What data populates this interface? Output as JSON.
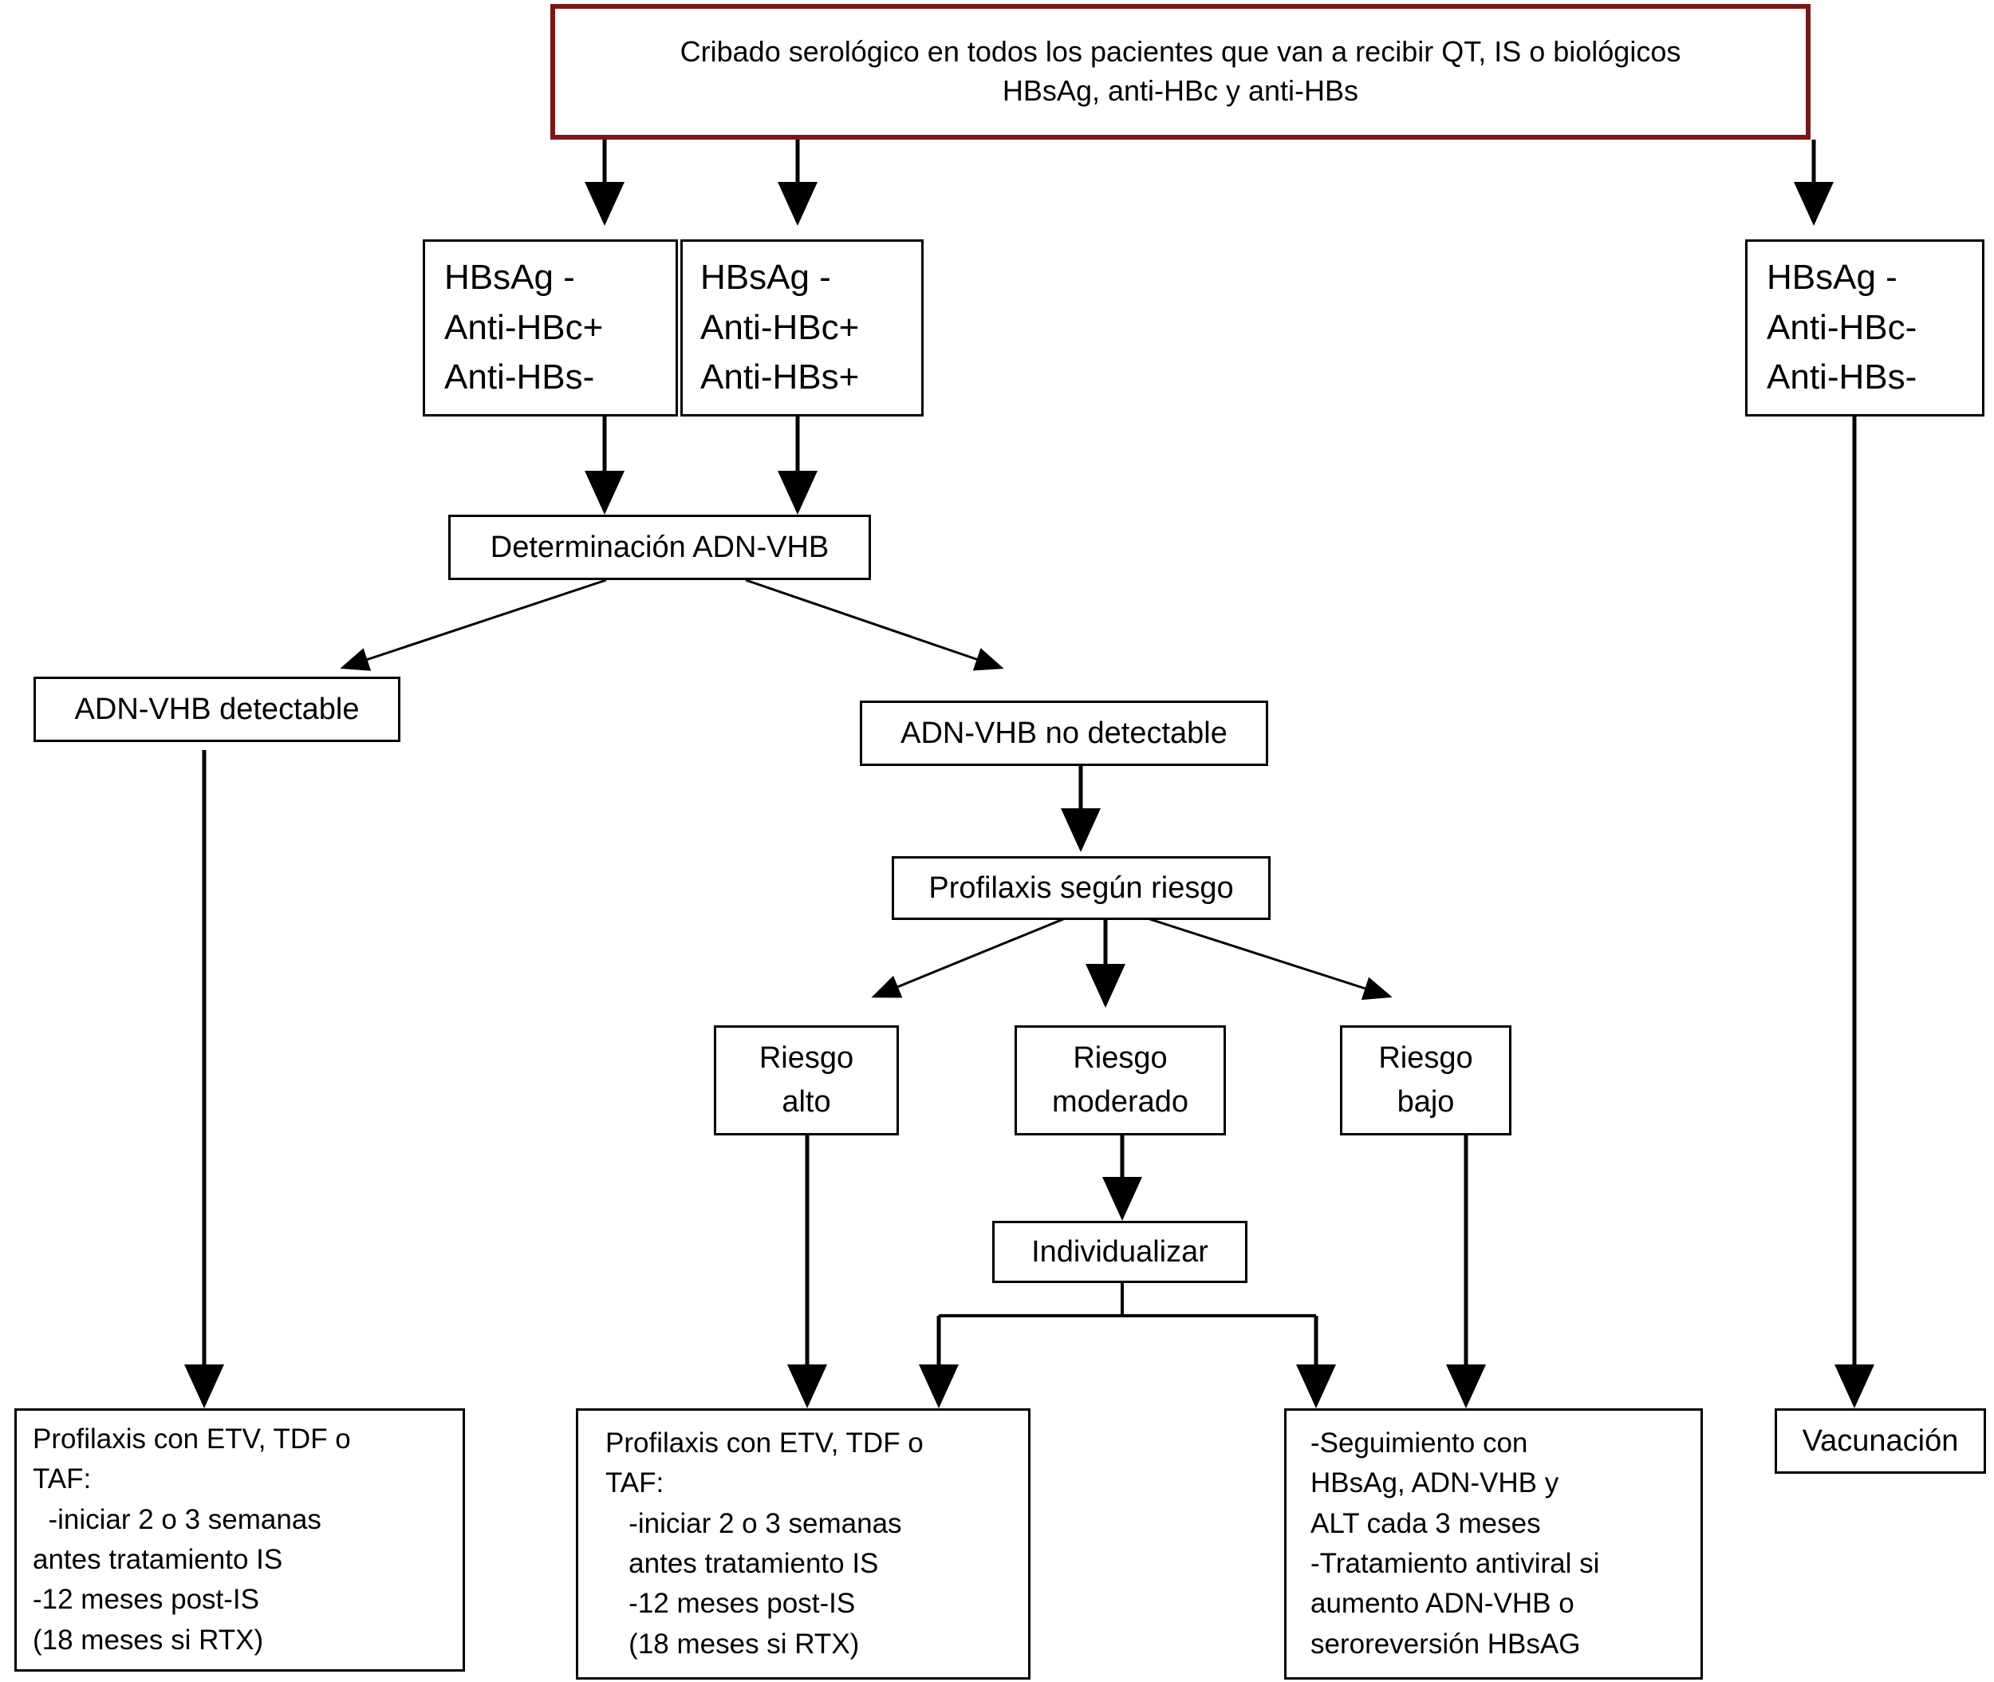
{
  "diagram": {
    "title": "Cribado serologico VHB - algoritmo de profilaxis",
    "accent_color": "#7d1616",
    "line_color": "#000000",
    "box_fill": "#ffffff"
  },
  "nodes": {
    "screening": {
      "lines": [
        "Cribado serológico en todos los pacientes que van a recibir QT, IS o biológicos",
        "HBsAg, anti-HBc y anti-HBs"
      ]
    },
    "serology_a": {
      "lines": [
        "HBsAg -",
        "Anti-HBc+",
        "Anti-HBs-"
      ]
    },
    "serology_b": {
      "lines": [
        "HBsAg -",
        "Anti-HBc+",
        "Anti-HBs+"
      ]
    },
    "serology_c": {
      "lines": [
        "HBsAg -",
        "Anti-HBc-",
        "Anti-HBs-"
      ]
    },
    "dna_test": {
      "lines": [
        "Determinación ADN-VHB"
      ]
    },
    "dna_detectable": {
      "lines": [
        "ADN-VHB detectable"
      ]
    },
    "dna_not_detectable": {
      "lines": [
        "ADN-VHB no detectable"
      ]
    },
    "prophylaxis_by_risk": {
      "lines": [
        "Profilaxis según riesgo"
      ]
    },
    "risk_high": {
      "lines": [
        "Riesgo",
        "alto"
      ]
    },
    "risk_moderate": {
      "lines": [
        "Riesgo",
        "moderado"
      ]
    },
    "risk_low": {
      "lines": [
        "Riesgo",
        "bajo"
      ]
    },
    "individualize": {
      "lines": [
        "Individualizar"
      ]
    },
    "prophylaxis_left": {
      "lines": [
        "Profilaxis con ETV, TDF o",
        "TAF:",
        "  -iniciar 2 o 3 semanas",
        "antes tratamiento IS",
        "-12 meses post-IS",
        "(18 meses si RTX)"
      ]
    },
    "prophylaxis_mid": {
      "lines": [
        "Profilaxis con ETV, TDF o",
        "TAF:",
        "   -iniciar 2 o 3 semanas",
        "   antes tratamiento IS",
        "   -12 meses post-IS",
        "   (18 meses si RTX)"
      ]
    },
    "monitoring": {
      "lines": [
        "-Seguimiento con",
        "HBsAg, ADN-VHB y",
        "ALT cada 3 meses",
        "-Tratamiento antiviral si",
        "aumento ADN-VHB o",
        "seroreversión HBsAG"
      ]
    },
    "vaccination": {
      "lines": [
        "Vacunación"
      ]
    }
  }
}
